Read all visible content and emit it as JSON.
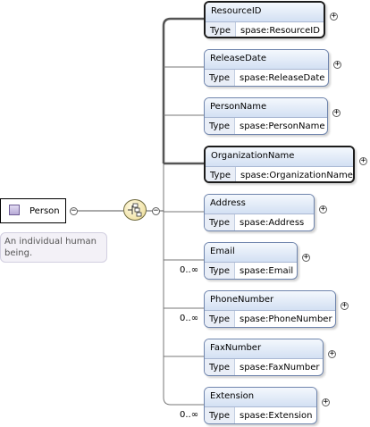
{
  "root": {
    "name": "Person",
    "documentation": "An individual human being.",
    "collapse_symbol": "−",
    "icon": "complex-element-icon"
  },
  "sequence": {
    "icon": "sequence-compositor-icon",
    "collapse_symbol": "−"
  },
  "type_label": "Type",
  "expand_symbol": "+",
  "elements": [
    {
      "name": "ResourceID",
      "type": "spase:ResourceID",
      "cardinality": "",
      "required": true
    },
    {
      "name": "ReleaseDate",
      "type": "spase:ReleaseDate",
      "cardinality": "",
      "required": false
    },
    {
      "name": "PersonName",
      "type": "spase:PersonName",
      "cardinality": "",
      "required": false
    },
    {
      "name": "OrganizationName",
      "type": "spase:OrganizationName",
      "cardinality": "",
      "required": true
    },
    {
      "name": "Address",
      "type": "spase:Address",
      "cardinality": "",
      "required": false
    },
    {
      "name": "Email",
      "type": "spase:Email",
      "cardinality": "0..∞",
      "required": false
    },
    {
      "name": "PhoneNumber",
      "type": "spase:PhoneNumber",
      "cardinality": "0..∞",
      "required": false
    },
    {
      "name": "FaxNumber",
      "type": "spase:FaxNumber",
      "cardinality": "",
      "required": false
    },
    {
      "name": "Extension",
      "type": "spase:Extension",
      "cardinality": "0..∞",
      "required": false
    }
  ]
}
